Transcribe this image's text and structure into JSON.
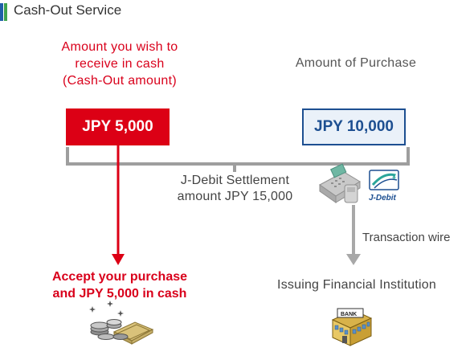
{
  "header": {
    "title": "Cash-Out Service"
  },
  "left": {
    "caption_line1": "Amount you wish to",
    "caption_line2": "receive in cash",
    "caption_line3": "(Cash-Out amount)",
    "amount_label": "JPY 5,000",
    "result_line1": "Accept your purchase",
    "result_line2": "and JPY 5,000 in cash"
  },
  "right": {
    "caption": "Amount of Purchase",
    "amount_label": "JPY 10,000"
  },
  "settlement": {
    "line1": "J-Debit Settlement",
    "line2": "amount JPY 15,000"
  },
  "jdebit_logo_text": "J-Debit",
  "bank_sign": "BANK",
  "transaction": {
    "label": "Transaction wire"
  },
  "issuer": {
    "label": "Issuing Financial Institution"
  },
  "colors": {
    "red": "#dc0015",
    "blue": "#1d4f91",
    "gray_line": "#9e9e9e",
    "title_bar_blue": "#1f5fa8",
    "title_bar_green": "#3fa34d"
  }
}
